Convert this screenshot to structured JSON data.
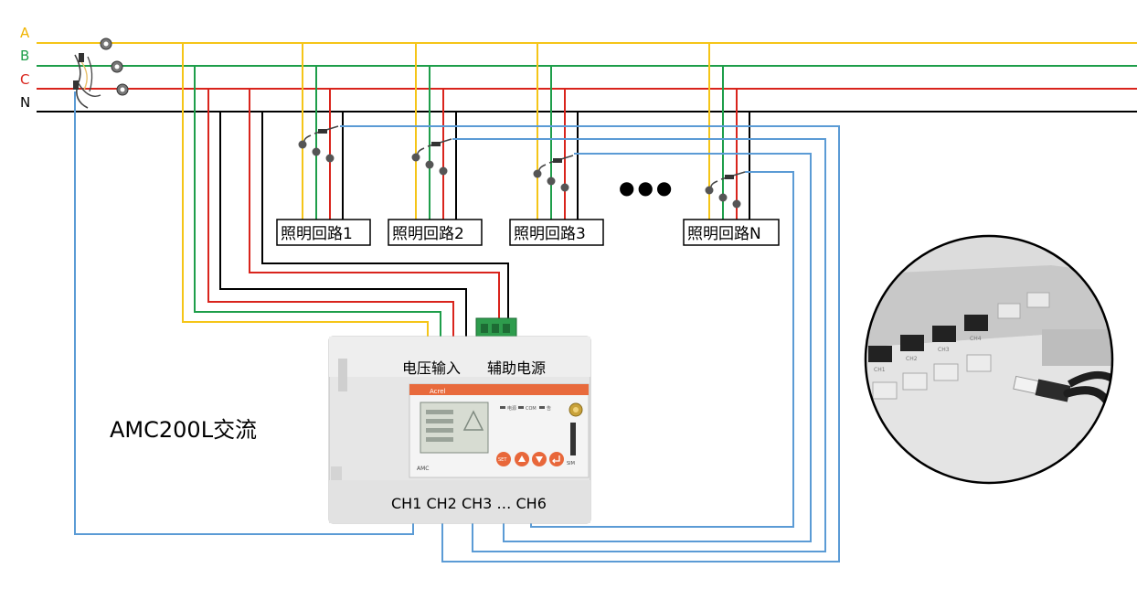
{
  "bus": {
    "A": "A",
    "B": "B",
    "C": "C",
    "N": "N"
  },
  "circuits": [
    "照明回路1",
    "照明回路2",
    "照明回路3",
    "照明回路N"
  ],
  "ellipsis": "●●●",
  "device": {
    "model_label": "AMC200L交流",
    "voltage_input": "电压输入",
    "aux_power": "辅助电源",
    "channels": "CH1 CH2 CH3 … CH6",
    "panel_brand": "Acrel",
    "panel_model": "AMC",
    "led_power": "电源",
    "led_com": "COM",
    "led_alarm": "告",
    "btn_set": "SET",
    "sim": "SIM"
  },
  "inset": {
    "ports": [
      "CH1",
      "CH2",
      "CH3",
      "CH4"
    ]
  },
  "colors": {
    "A": "#f5c518",
    "B": "#1e9e4a",
    "C": "#d9241c",
    "N": "#000000",
    "signal": "#5b9bd5",
    "text_A": "#f0b400",
    "text_B": "#1e9e4a",
    "text_C": "#d9241c",
    "button": "#e8673a"
  }
}
